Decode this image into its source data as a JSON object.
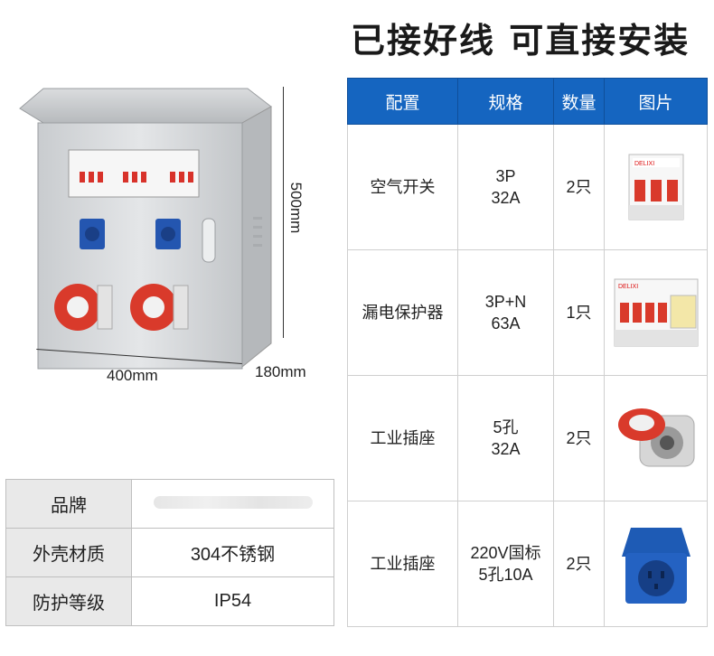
{
  "headline": "已接好线 可直接安装",
  "dimensions": {
    "height": "500mm",
    "width": "400mm",
    "depth": "180mm"
  },
  "table": {
    "headers": [
      "配置",
      "规格",
      "数量",
      "图片"
    ],
    "rows": [
      {
        "config": "空气开关",
        "spec": [
          "3P",
          "32A"
        ],
        "qty": "2只",
        "icon": "air-switch-icon"
      },
      {
        "config": "漏电保护器",
        "spec": [
          "3P+N",
          "63A"
        ],
        "qty": "1只",
        "icon": "leakage-protector-icon"
      },
      {
        "config": "工业插座",
        "spec": [
          "5孔",
          "32A"
        ],
        "qty": "2只",
        "icon": "industrial-socket-red-icon"
      },
      {
        "config": "工业插座",
        "spec": [
          "220V国标",
          "5孔10A"
        ],
        "qty": "2只",
        "icon": "industrial-socket-blue-icon"
      }
    ]
  },
  "info": [
    {
      "key": "品牌",
      "value": ""
    },
    {
      "key": "外壳材质",
      "value": "304不锈钢"
    },
    {
      "key": "防护等级",
      "value": "IP54"
    }
  ],
  "brand_logo_text": "DELIXI",
  "colors": {
    "header_blue": "#1565c0",
    "socket_red": "#d93a2b",
    "socket_blue": "#1e5bb5"
  }
}
